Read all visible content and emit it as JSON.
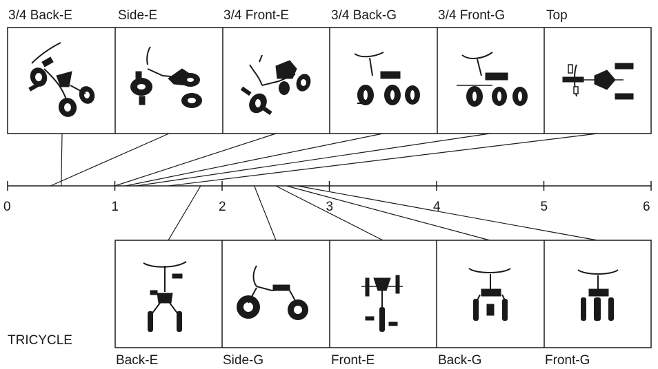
{
  "caption": "TRICYCLE",
  "axis": {
    "min": 0,
    "max": 6,
    "ticks": [
      "0",
      "1",
      "2",
      "3",
      "4",
      "5",
      "6"
    ]
  },
  "top_views": [
    {
      "label": "3/4 Back-E",
      "axis_value": 0.5
    },
    {
      "label": "Side-E",
      "axis_value": 0.4
    },
    {
      "label": "3/4 Front-E",
      "axis_value": 1.0
    },
    {
      "label": "3/4 Back-G",
      "axis_value": 1.1
    },
    {
      "label": "3/4 Front-G",
      "axis_value": 1.2
    },
    {
      "label": "Top",
      "axis_value": 1.5
    }
  ],
  "bottom_views": [
    {
      "label": "Back-E",
      "axis_value": 1.8
    },
    {
      "label": "Side-G",
      "axis_value": 2.3
    },
    {
      "label": "Front-E",
      "axis_value": 2.5
    },
    {
      "label": "Back-G",
      "axis_value": 2.6
    },
    {
      "label": "Front-G",
      "axis_value": 2.7
    }
  ],
  "colors": {
    "ink": "#1a1a1a",
    "paper": "#ffffff"
  }
}
